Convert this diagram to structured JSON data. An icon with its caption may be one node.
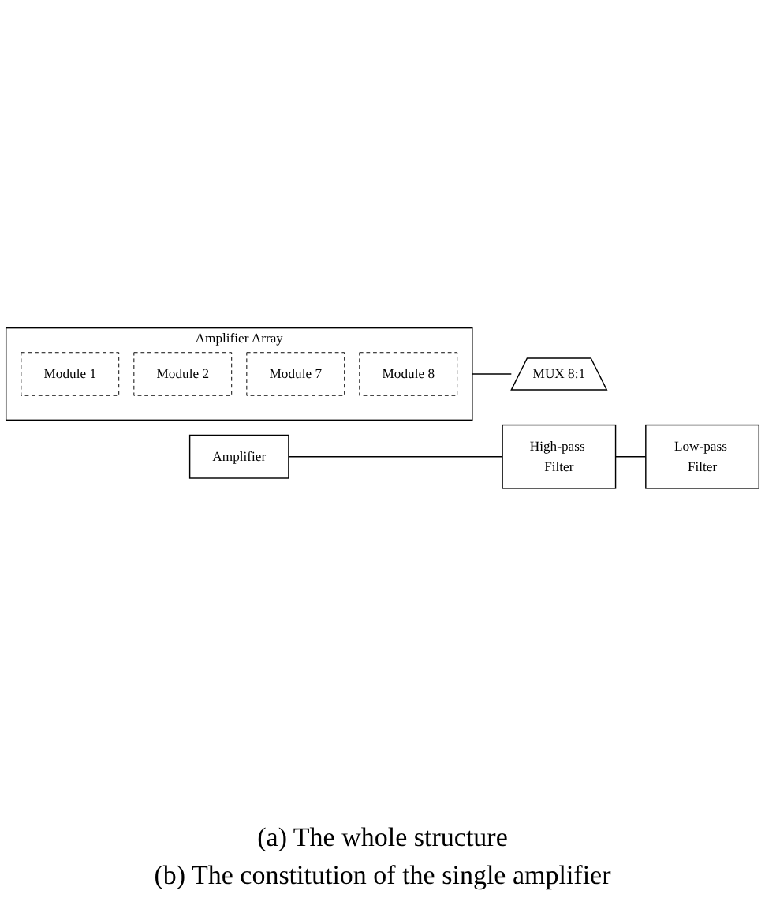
{
  "diagram": {
    "nodes": [
      {
        "text": [
          "Amplifier Array"
        ]
      },
      {
        "text": [
          "Module 1"
        ],
        "in": 0
      },
      {
        "text": [
          "Module 2"
        ],
        "in": 0
      },
      {
        "text": [
          "Module 7"
        ],
        "in": 0
      },
      {
        "text": [
          "Module 8"
        ],
        "in": 0
      },
      {
        "text": [
          "MUX 8:1"
        ]
      },
      {
        "text": [
          "Amplifier"
        ]
      },
      {
        "text": [
          "High-pass Filter"
        ]
      },
      {
        "text": [
          "Low-pass Filter"
        ]
      }
    ],
    "edges": [
      {
        "from": 0,
        "to": 5,
        "arrow": "none"
      },
      {
        "from": 6,
        "to": 7,
        "arrow": "none"
      },
      {
        "from": 7,
        "to": 8,
        "arrow": "none"
      }
    ],
    "labels": [
      "(a) The whole structure",
      "(b) The constitution of the single amplifier"
    ]
  }
}
